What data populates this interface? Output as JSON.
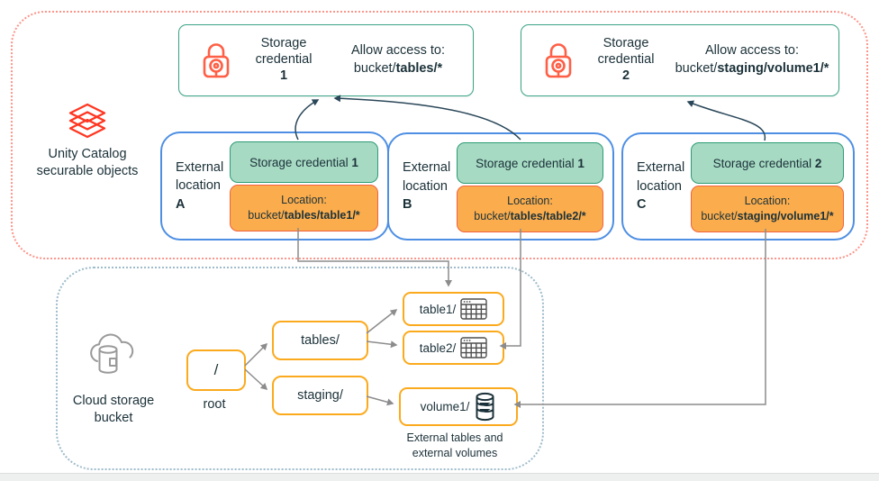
{
  "colors": {
    "navy": "#1b3139",
    "coral": "#ff5f46",
    "brand-red": "#ff3621",
    "teal-border": "#3aa385",
    "green-fill": "#a7dac3",
    "green-border": "#2d9c77",
    "orange-fill": "#fbad4d",
    "orange-border": "#f2613d",
    "blue-border": "#4e8fe4",
    "amber-border": "#fbaa1d",
    "red-dotted": "#fb968b",
    "blue-dotted": "#9fbccb",
    "grey-line": "#8c8c8c",
    "navy-line": "#2a4759",
    "grey-icon": "#9a9a9a",
    "dark-icon": "#4f4f4f",
    "footer-bg": "#eef0f0"
  },
  "unity": {
    "section_label_line1": "Unity Catalog",
    "section_label_line2": "securable objects",
    "credentials": [
      {
        "name_line1": "Storage",
        "name_line2": "credential",
        "number": "1",
        "access_label": "Allow access to:",
        "path_prefix": "bucket/",
        "path_bold": "tables/*"
      },
      {
        "name_line1": "Storage",
        "name_line2": "credential",
        "number": "2",
        "access_label": "Allow access to:",
        "path_prefix": "bucket/",
        "path_bold": "staging/volume1/*"
      }
    ],
    "locations": [
      {
        "label_line1": "External",
        "label_line2": "location",
        "letter": "A",
        "cred_text": "Storage credential ",
        "cred_number": "1",
        "loc_label": "Location:",
        "loc_prefix": "bucket/",
        "loc_bold": "tables/table1/*"
      },
      {
        "label_line1": "External",
        "label_line2": "location",
        "letter": "B",
        "cred_text": "Storage credential ",
        "cred_number": "1",
        "loc_label": "Location:",
        "loc_prefix": "bucket/",
        "loc_bold": "tables/table2/*"
      },
      {
        "label_line1": "External",
        "label_line2": "location",
        "letter": "C",
        "cred_text": "Storage credential ",
        "cred_number": "2",
        "loc_label": "Location:",
        "loc_prefix": "bucket/",
        "loc_bold": "staging/volume1/*"
      }
    ]
  },
  "bucket": {
    "label_line1": "Cloud storage",
    "label_line2": "bucket",
    "root_text": "/",
    "root_caption": "root",
    "folders": [
      {
        "label": "tables/"
      },
      {
        "label": "staging/"
      }
    ],
    "leaves": [
      {
        "label": "table1/",
        "icon": "table-icon"
      },
      {
        "label": "table2/",
        "icon": "table-icon"
      },
      {
        "label": "volume1/",
        "icon": "volume-icon"
      }
    ],
    "caption_line1": "External tables and",
    "caption_line2": "external volumes"
  }
}
